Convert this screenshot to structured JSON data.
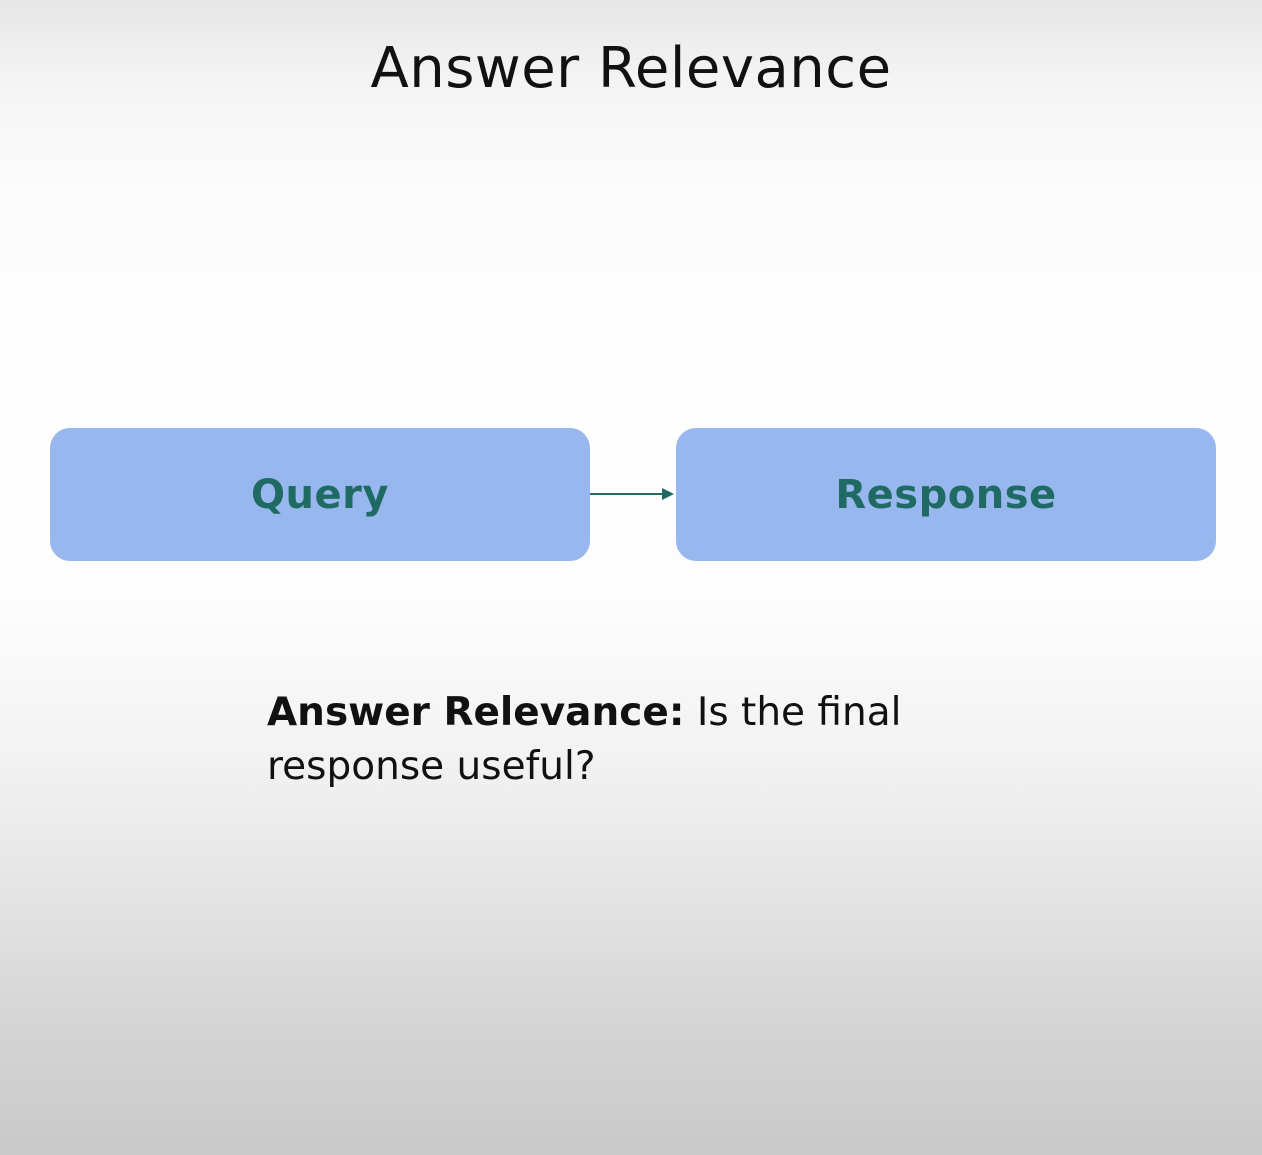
{
  "title": "Answer Relevance",
  "colors": {
    "node_fill": "#98b7ee",
    "node_text": "#1f6b63",
    "arrow": "#1f6b63",
    "text": "#111111"
  },
  "diagram": {
    "nodes": [
      {
        "id": "query",
        "label": "Query"
      },
      {
        "id": "response",
        "label": "Response"
      }
    ],
    "edges": [
      {
        "from": "query",
        "to": "response"
      }
    ]
  },
  "caption": {
    "term": "Answer Relevance:",
    "text": " Is the final response useful?"
  }
}
